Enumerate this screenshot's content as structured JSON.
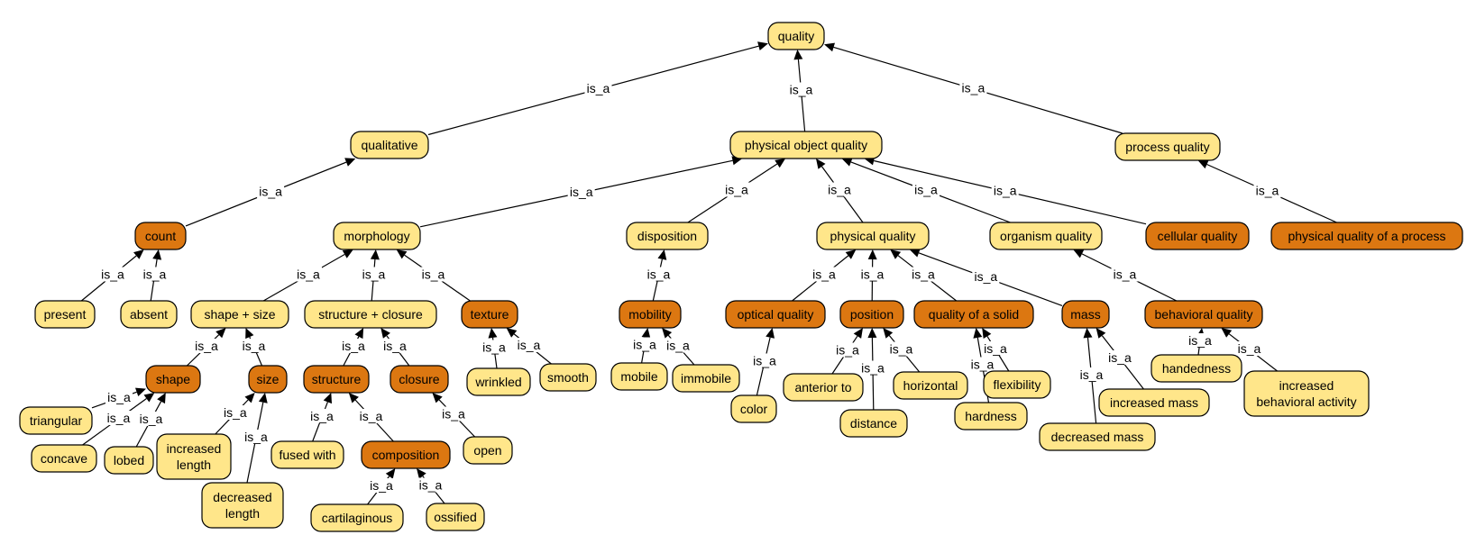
{
  "diagram": {
    "colors": {
      "light_node": "#FFE68A",
      "dark_node": "#DC7711",
      "edge": "#000000"
    },
    "edge_label": "is_a",
    "nodes": [
      {
        "id": "quality",
        "label": "quality",
        "style": "light"
      },
      {
        "id": "qualitative",
        "label": "qualitative",
        "style": "light"
      },
      {
        "id": "physical_object_quality",
        "label": "physical object quality",
        "style": "light"
      },
      {
        "id": "process_quality",
        "label": "process quality",
        "style": "light"
      },
      {
        "id": "count",
        "label": "count",
        "style": "dark"
      },
      {
        "id": "morphology",
        "label": "morphology",
        "style": "light"
      },
      {
        "id": "disposition",
        "label": "disposition",
        "style": "light"
      },
      {
        "id": "physical_quality",
        "label": "physical quality",
        "style": "light"
      },
      {
        "id": "organism_quality",
        "label": "organism quality",
        "style": "light"
      },
      {
        "id": "cellular_quality",
        "label": "cellular quality",
        "style": "dark"
      },
      {
        "id": "physical_quality_of_a_process",
        "label": "physical quality of a process",
        "style": "dark"
      },
      {
        "id": "present",
        "label": "present",
        "style": "light"
      },
      {
        "id": "absent",
        "label": "absent",
        "style": "light"
      },
      {
        "id": "shape_size",
        "label": "shape + size",
        "style": "light"
      },
      {
        "id": "structure_closure",
        "label": "structure + closure",
        "style": "light"
      },
      {
        "id": "texture",
        "label": "texture",
        "style": "dark"
      },
      {
        "id": "mobility",
        "label": "mobility",
        "style": "dark"
      },
      {
        "id": "optical_quality",
        "label": "optical quality",
        "style": "dark"
      },
      {
        "id": "position",
        "label": "position",
        "style": "dark"
      },
      {
        "id": "quality_of_a_solid",
        "label": "quality of a solid",
        "style": "dark"
      },
      {
        "id": "mass",
        "label": "mass",
        "style": "dark"
      },
      {
        "id": "behavioral_quality",
        "label": "behavioral quality",
        "style": "dark"
      },
      {
        "id": "shape",
        "label": "shape",
        "style": "dark"
      },
      {
        "id": "size",
        "label": "size",
        "style": "dark"
      },
      {
        "id": "structure",
        "label": "structure",
        "style": "dark"
      },
      {
        "id": "closure",
        "label": "closure",
        "style": "dark"
      },
      {
        "id": "wrinkled",
        "label": "wrinkled",
        "style": "light"
      },
      {
        "id": "smooth",
        "label": "smooth",
        "style": "light"
      },
      {
        "id": "mobile",
        "label": "mobile",
        "style": "light"
      },
      {
        "id": "immobile",
        "label": "immobile",
        "style": "light"
      },
      {
        "id": "color",
        "label": "color",
        "style": "light"
      },
      {
        "id": "anterior_to",
        "label": "anterior to",
        "style": "light"
      },
      {
        "id": "distance",
        "label": "distance",
        "style": "light"
      },
      {
        "id": "horizontal",
        "label": "horizontal",
        "style": "light"
      },
      {
        "id": "hardness",
        "label": "hardness",
        "style": "light"
      },
      {
        "id": "flexibility",
        "label": "flexibility",
        "style": "light"
      },
      {
        "id": "decreased_mass",
        "label": "decreased mass",
        "style": "light"
      },
      {
        "id": "increased_mass",
        "label": "increased mass",
        "style": "light"
      },
      {
        "id": "handedness",
        "label": "handedness",
        "style": "light"
      },
      {
        "id": "increased_behavioral_activity",
        "label": "increased\nbehavioral activity",
        "style": "light"
      },
      {
        "id": "triangular",
        "label": "triangular",
        "style": "light"
      },
      {
        "id": "concave",
        "label": "concave",
        "style": "light"
      },
      {
        "id": "lobed",
        "label": "lobed",
        "style": "light"
      },
      {
        "id": "increased_length",
        "label": "increased\nlength",
        "style": "light"
      },
      {
        "id": "decreased_length",
        "label": "decreased\nlength",
        "style": "light"
      },
      {
        "id": "fused_with",
        "label": "fused with",
        "style": "light"
      },
      {
        "id": "composition",
        "label": "composition",
        "style": "dark"
      },
      {
        "id": "open",
        "label": "open",
        "style": "light"
      },
      {
        "id": "cartilaginous",
        "label": "cartilaginous",
        "style": "light"
      },
      {
        "id": "ossified",
        "label": "ossified",
        "style": "light"
      }
    ],
    "edges": [
      {
        "from": "qualitative",
        "to": "quality"
      },
      {
        "from": "physical_object_quality",
        "to": "quality"
      },
      {
        "from": "process_quality",
        "to": "quality"
      },
      {
        "from": "count",
        "to": "qualitative"
      },
      {
        "from": "morphology",
        "to": "physical_object_quality"
      },
      {
        "from": "disposition",
        "to": "physical_object_quality"
      },
      {
        "from": "physical_quality",
        "to": "physical_object_quality"
      },
      {
        "from": "organism_quality",
        "to": "physical_object_quality"
      },
      {
        "from": "cellular_quality",
        "to": "physical_object_quality"
      },
      {
        "from": "physical_quality_of_a_process",
        "to": "process_quality"
      },
      {
        "from": "present",
        "to": "count"
      },
      {
        "from": "absent",
        "to": "count"
      },
      {
        "from": "shape_size",
        "to": "morphology"
      },
      {
        "from": "structure_closure",
        "to": "morphology"
      },
      {
        "from": "texture",
        "to": "morphology"
      },
      {
        "from": "mobility",
        "to": "disposition"
      },
      {
        "from": "optical_quality",
        "to": "physical_quality"
      },
      {
        "from": "position",
        "to": "physical_quality"
      },
      {
        "from": "quality_of_a_solid",
        "to": "physical_quality"
      },
      {
        "from": "mass",
        "to": "physical_quality"
      },
      {
        "from": "behavioral_quality",
        "to": "organism_quality"
      },
      {
        "from": "shape",
        "to": "shape_size"
      },
      {
        "from": "size",
        "to": "shape_size"
      },
      {
        "from": "structure",
        "to": "structure_closure"
      },
      {
        "from": "closure",
        "to": "structure_closure"
      },
      {
        "from": "wrinkled",
        "to": "texture"
      },
      {
        "from": "smooth",
        "to": "texture"
      },
      {
        "from": "mobile",
        "to": "mobility"
      },
      {
        "from": "immobile",
        "to": "mobility"
      },
      {
        "from": "color",
        "to": "optical_quality"
      },
      {
        "from": "anterior_to",
        "to": "position"
      },
      {
        "from": "distance",
        "to": "position"
      },
      {
        "from": "horizontal",
        "to": "position"
      },
      {
        "from": "hardness",
        "to": "quality_of_a_solid"
      },
      {
        "from": "flexibility",
        "to": "quality_of_a_solid"
      },
      {
        "from": "decreased_mass",
        "to": "mass"
      },
      {
        "from": "increased_mass",
        "to": "mass"
      },
      {
        "from": "handedness",
        "to": "behavioral_quality"
      },
      {
        "from": "increased_behavioral_activity",
        "to": "behavioral_quality"
      },
      {
        "from": "triangular",
        "to": "shape"
      },
      {
        "from": "concave",
        "to": "shape"
      },
      {
        "from": "lobed",
        "to": "shape"
      },
      {
        "from": "increased_length",
        "to": "size"
      },
      {
        "from": "decreased_length",
        "to": "size"
      },
      {
        "from": "fused_with",
        "to": "structure"
      },
      {
        "from": "composition",
        "to": "structure"
      },
      {
        "from": "open",
        "to": "closure"
      },
      {
        "from": "cartilaginous",
        "to": "composition"
      },
      {
        "from": "ossified",
        "to": "composition"
      }
    ]
  }
}
